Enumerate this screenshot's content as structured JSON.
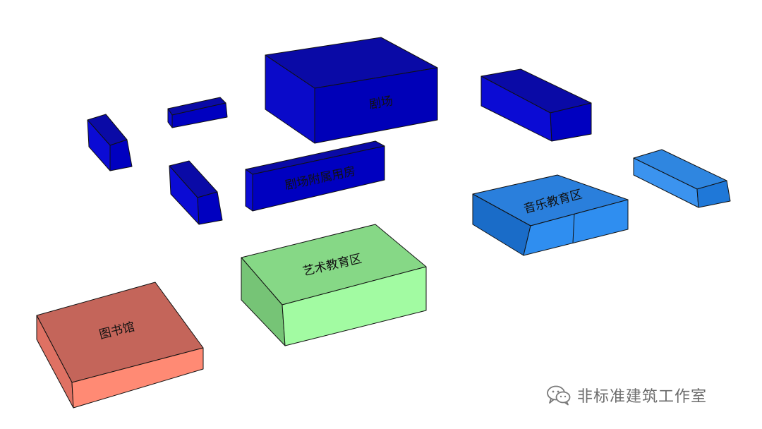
{
  "blocks": [
    {
      "id": "theater",
      "label": "剧场",
      "top_color": "#0a0aa6",
      "left_color": "#0a0ac9",
      "right_color": "#0000b8"
    },
    {
      "id": "theater-annex",
      "label": "剧场附属用房",
      "top_color": "#0a0aa6",
      "left_color": "#0b0bd4",
      "right_color": "#0000c0"
    },
    {
      "id": "music-education",
      "label": "音乐教育区",
      "top_color": "#2a7fdc",
      "left_color": "#1a6cc8",
      "right_color": "#2f8ef0"
    },
    {
      "id": "art-education",
      "label": "艺术教育区",
      "top_color": "#86d886",
      "left_color": "#76c476",
      "right_color": "#a2fba2"
    },
    {
      "id": "library",
      "label": "图书馆",
      "top_color": "#c4655a",
      "left_color": "#df7163",
      "right_color": "#ff8a74"
    },
    {
      "id": "small-block-1",
      "label": "",
      "top_color": "#0a0aa6",
      "left_color": "#0b0bd4",
      "right_color": "#0000c0"
    },
    {
      "id": "small-block-2",
      "label": "",
      "top_color": "#0a0aa6",
      "left_color": "#0b0bd4",
      "right_color": "#0000c0"
    },
    {
      "id": "small-block-3",
      "label": "",
      "top_color": "#0a0aa6",
      "left_color": "#0b0bd4",
      "right_color": "#0000c0"
    },
    {
      "id": "small-block-4",
      "label": "",
      "top_color": "#0a0aa6",
      "left_color": "#0b0bd4",
      "right_color": "#0000c0"
    },
    {
      "id": "east-block",
      "label": "",
      "top_color": "#0a0aa6",
      "left_color": "#0b0bd4",
      "right_color": "#0000c0"
    },
    {
      "id": "east-light-block",
      "label": "",
      "top_color": "#2f86e0",
      "left_color": "#3b93ef",
      "right_color": "#1f78d8"
    }
  ],
  "watermark": {
    "text": "非标准建筑工作室",
    "icon": "wechat-icon",
    "color": "#6b6b6b"
  }
}
